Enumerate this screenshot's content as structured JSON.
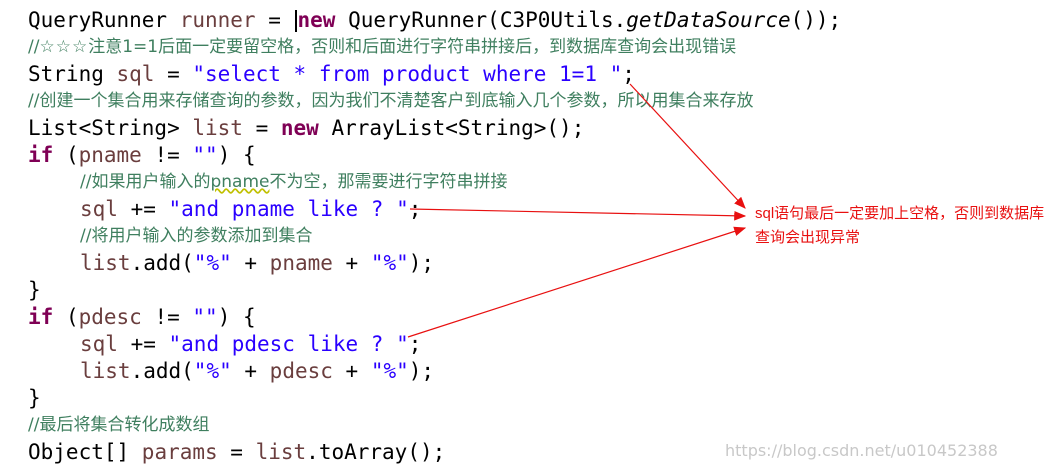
{
  "code": {
    "l1": {
      "a": "QueryRunner ",
      "b": "runner",
      " eq": " = ",
      "kw": "new",
      "d": " QueryRunner(C3P0Utils.",
      "m": "getDataSource",
      "e": "());"
    },
    "l2": {
      "a": "//",
      "stars": "☆☆☆",
      "b": "注意1=1后面一定要留空格，否则和后面进行字符串拼接后，到数据库查询会出现错误"
    },
    "l3": {
      "a": "String ",
      "v": "sql",
      " eq": " = ",
      "s": "\"select * from product where 1=1 \"",
      "e": ";"
    },
    "l4": {
      "t": "//创建一个集合用来存储查询的参数，因为我们不清楚客户到底输入几个参数，所以用集合来存放"
    },
    "l5": {
      "a": "List<String> ",
      "v": "list",
      " eq": " = ",
      "kw": "new",
      "e": " ArrayList<String>();"
    },
    "l6": {
      "kw": "if",
      "a": " (",
      "v": "pname",
      "b": " != ",
      "s": "\"\"",
      "e": ") {"
    },
    "l7": {
      "a": "//如果用户输入的",
      "u": "pname",
      "b": "不为空，那需要进行字符串拼接"
    },
    "l8": {
      "v": "sql",
      "b": " += ",
      "s": "\"and pname like ? \"",
      "e": ";"
    },
    "l9": {
      "t": "//将用户输入的参数添加到集合"
    },
    "l10": {
      "v": "list",
      "a": ".add(",
      "s1": "\"%\"",
      "b": " + ",
      "v2": "pname",
      "c": " + ",
      "s2": "\"%\"",
      "e": ");"
    },
    "l11": {
      "t": "}"
    },
    "l12": {
      "kw": "if",
      "a": " (",
      "v": "pdesc",
      "b": " != ",
      "s": "\"\"",
      "e": ") {"
    },
    "l13": {
      "v": "sql",
      "b": " += ",
      "s": "\"and pdesc like ? \"",
      "e": ";"
    },
    "l14": {
      "v": "list",
      "a": ".add(",
      "s1": "\"%\"",
      "b": " + ",
      "v2": "pdesc",
      "c": " + ",
      "s2": "\"%\"",
      "e": ");"
    },
    "l15": {
      "t": "}"
    },
    "l16": {
      "t": "//最后将集合转化成数组"
    },
    "l17": {
      "a": "Object[] ",
      "v": "params",
      " eq": " = ",
      "v2": "list",
      "e": ".toArray();"
    }
  },
  "note": {
    "text": "sql语句最后一定要加上空格，否则到数据库查询会出现异常"
  },
  "watermark": {
    "text": "https://blog.csdn.net/u010452388"
  },
  "colors": {
    "keyword": "#7f0055",
    "string": "#2a00ff",
    "comment": "#3f7f5f",
    "variable": "#6a3e3e",
    "annotation": "#e81010"
  }
}
